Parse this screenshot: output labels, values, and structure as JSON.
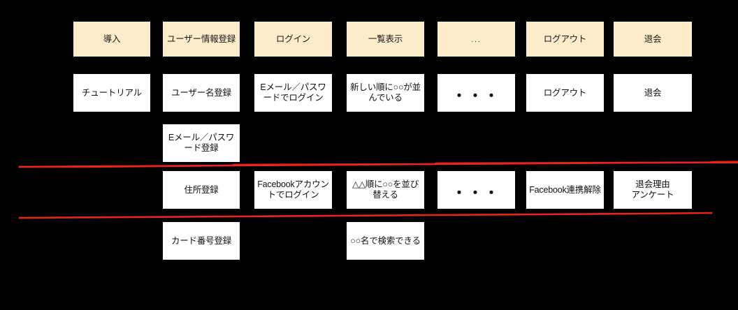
{
  "board": {
    "background_color": "#000000",
    "activity_card_color": "#fdecca",
    "story_card_color": "#ffffff",
    "divider_color": "#e8251c",
    "columns": [
      "導入",
      "ユーザー情報登録",
      "ログイン",
      "一覧表示",
      "...",
      "ログアウト",
      "退会"
    ],
    "activities": [
      {
        "label": "導入"
      },
      {
        "label": "ユーザー情報登録"
      },
      {
        "label": "ログイン"
      },
      {
        "label": "一覧表示"
      },
      {
        "label": "..."
      },
      {
        "label": "ログアウト"
      },
      {
        "label": "退会"
      }
    ],
    "rows": [
      {
        "index": 1,
        "cells": [
          {
            "col": 1,
            "label": "チュートリアル"
          },
          {
            "col": 2,
            "label": "ユーザー名登録"
          },
          {
            "col": 3,
            "label": "Eメール／パスワードでログイン"
          },
          {
            "col": 4,
            "label": "新しい順に○○が並んでいる"
          },
          {
            "col": 5,
            "label": "・・・"
          },
          {
            "col": 6,
            "label": "ログアウト"
          },
          {
            "col": 7,
            "label": "退会"
          }
        ]
      },
      {
        "index": 2,
        "cells": [
          {
            "col": 2,
            "label": "Eメール／パスワード登録"
          }
        ]
      },
      {
        "index": 3,
        "cells": [
          {
            "col": 2,
            "label": "住所登録"
          },
          {
            "col": 3,
            "label": "Facebookアカウントでログイン"
          },
          {
            "col": 4,
            "label": "△△順に○○を並び替える"
          },
          {
            "col": 5,
            "label": "・・・"
          },
          {
            "col": 6,
            "label": "Facebook連携解除"
          },
          {
            "col": 7,
            "label": "退会理由\nアンケート"
          }
        ]
      },
      {
        "index": 4,
        "cells": [
          {
            "col": 2,
            "label": "カード番号登録"
          },
          {
            "col": 4,
            "label": "○○名で検索できる"
          }
        ]
      }
    ],
    "dividers": [
      {
        "name": "release-line-1"
      },
      {
        "name": "release-line-2"
      }
    ]
  }
}
